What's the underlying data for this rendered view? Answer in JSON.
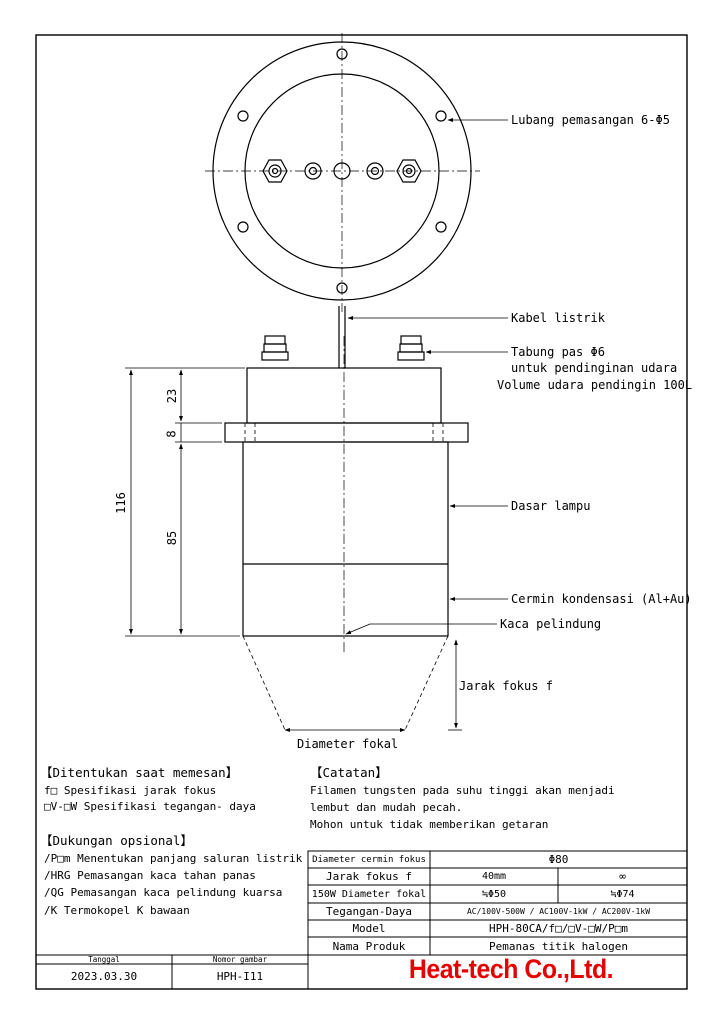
{
  "callouts": {
    "mount_holes": "Lubang pemasangan 6-Φ5",
    "cable": "Kabel listrik",
    "tube_line1": "Tabung pas Φ6",
    "tube_line2": "untuk pendinginan udara",
    "tube_line3": "Volume udara pendingin 100L",
    "lamp_base": "Dasar lampu",
    "mirror": "Cermin kondensasi (Al+Au)",
    "glass": "Kaca pelindung",
    "focal_length": "Jarak fokus f",
    "focal_diameter": "Diameter fokal"
  },
  "dimensions": {
    "total": "116",
    "top": "23",
    "flange": "8",
    "body": "85"
  },
  "order_section": {
    "heading": "【Ditentukan saat memesan】",
    "lines": [
      "f□ Spesifikasi jarak fokus",
      "□V-□W Spesifikasi tegangan- daya"
    ]
  },
  "options_section": {
    "heading": "【Dukungan opsional】",
    "lines": [
      "/P□m Menentukan panjang saluran listrik",
      "/HRG Pemasangan kaca tahan panas",
      "/QG Pemasangan kaca pelindung kuarsa",
      "/K Termokopel K bawaan"
    ]
  },
  "notes_section": {
    "heading": "【Catatan】",
    "lines": [
      "Filamen tungsten pada suhu tinggi akan menjadi",
      "lembut dan mudah pecah.",
      "Mohon untuk tidak memberikan getaran"
    ]
  },
  "spec_table": {
    "mirror_label": "Diameter cermin fokus",
    "mirror_value": "Φ80",
    "focal_label": "Jarak fokus f",
    "focal_values": [
      "40mm",
      "∞"
    ],
    "spot_label": "150W Diameter fokal",
    "spot_values": [
      "≒Φ50",
      "≒Φ74"
    ],
    "power_label": "Tegangan-Daya",
    "power_value": "AC/100V-500W / AC100V-1kW / AC200V-1kW",
    "model_label": "Model",
    "model_value": "HPH-80CA/f□/□V-□W/P□m",
    "product_label": "Nama Produk",
    "product_value": "Pemanas titik halogen"
  },
  "title_block": {
    "date_label": "Tanggal",
    "drawing_no_label": "Nomor gambar",
    "date_value": "2023.03.30",
    "drawing_no_value": "HPH-I11",
    "company": "Heat-tech Co.,Ltd."
  },
  "colors": {
    "brand_red": "#e60000",
    "line": "#000000"
  }
}
